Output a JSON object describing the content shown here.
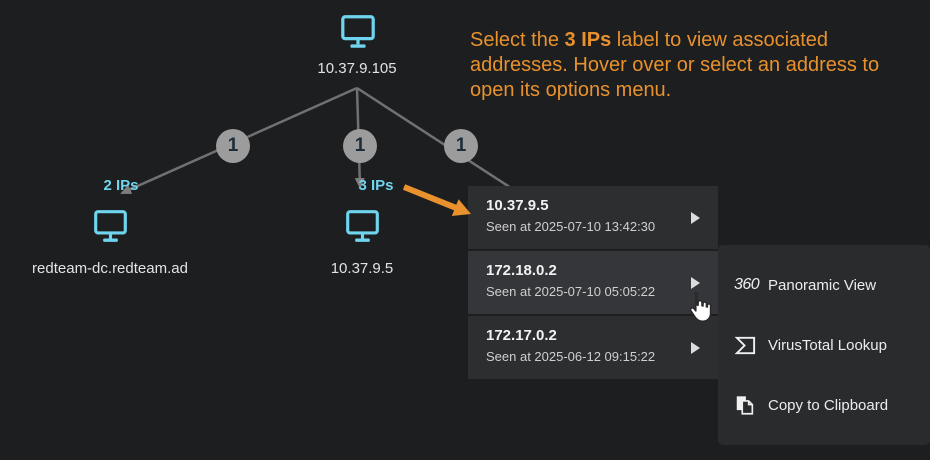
{
  "instruction": {
    "pre": "Select the ",
    "bold": "3 IPs",
    "post": " label to view associated addresses. Hover over or select an address to open its options menu."
  },
  "tree": {
    "root": {
      "label": "10.37.9.105",
      "icon": "monitor-icon"
    },
    "edges": [
      {
        "badge": "1"
      },
      {
        "badge": "1"
      },
      {
        "badge": "1"
      }
    ],
    "children": [
      {
        "count_label": "2 IPs",
        "icon": "monitor-icon",
        "label": "redteam-dc.redteam.ad"
      },
      {
        "count_label": "3 IPs",
        "icon": "monitor-icon",
        "label": "10.37.9.5"
      }
    ]
  },
  "address_menu": {
    "items": [
      {
        "ip": "10.37.9.5",
        "seen": "Seen at 2025-07-10 13:42:30",
        "hovered": false
      },
      {
        "ip": "172.18.0.2",
        "seen": "Seen at 2025-07-10 05:05:22",
        "hovered": true
      },
      {
        "ip": "172.17.0.2",
        "seen": "Seen at 2025-06-12 09:15:22",
        "hovered": false
      }
    ]
  },
  "options_menu": {
    "items": [
      {
        "icon": "panoramic-360-icon",
        "icon_text": "360",
        "label": "Panoramic View"
      },
      {
        "icon": "virustotal-icon",
        "icon_text": "",
        "label": "VirusTotal Lookup"
      },
      {
        "icon": "copy-icon",
        "icon_text": "",
        "label": "Copy to Clipboard"
      }
    ]
  },
  "colors": {
    "background": "#1d1e20",
    "panel": "#2d2e30",
    "panel_hover": "#35363a",
    "accent_orange": "#e8912d",
    "accent_cyan": "#6fd4ee",
    "edge_gray": "#717171",
    "badge_gray": "#9c9c9c"
  }
}
